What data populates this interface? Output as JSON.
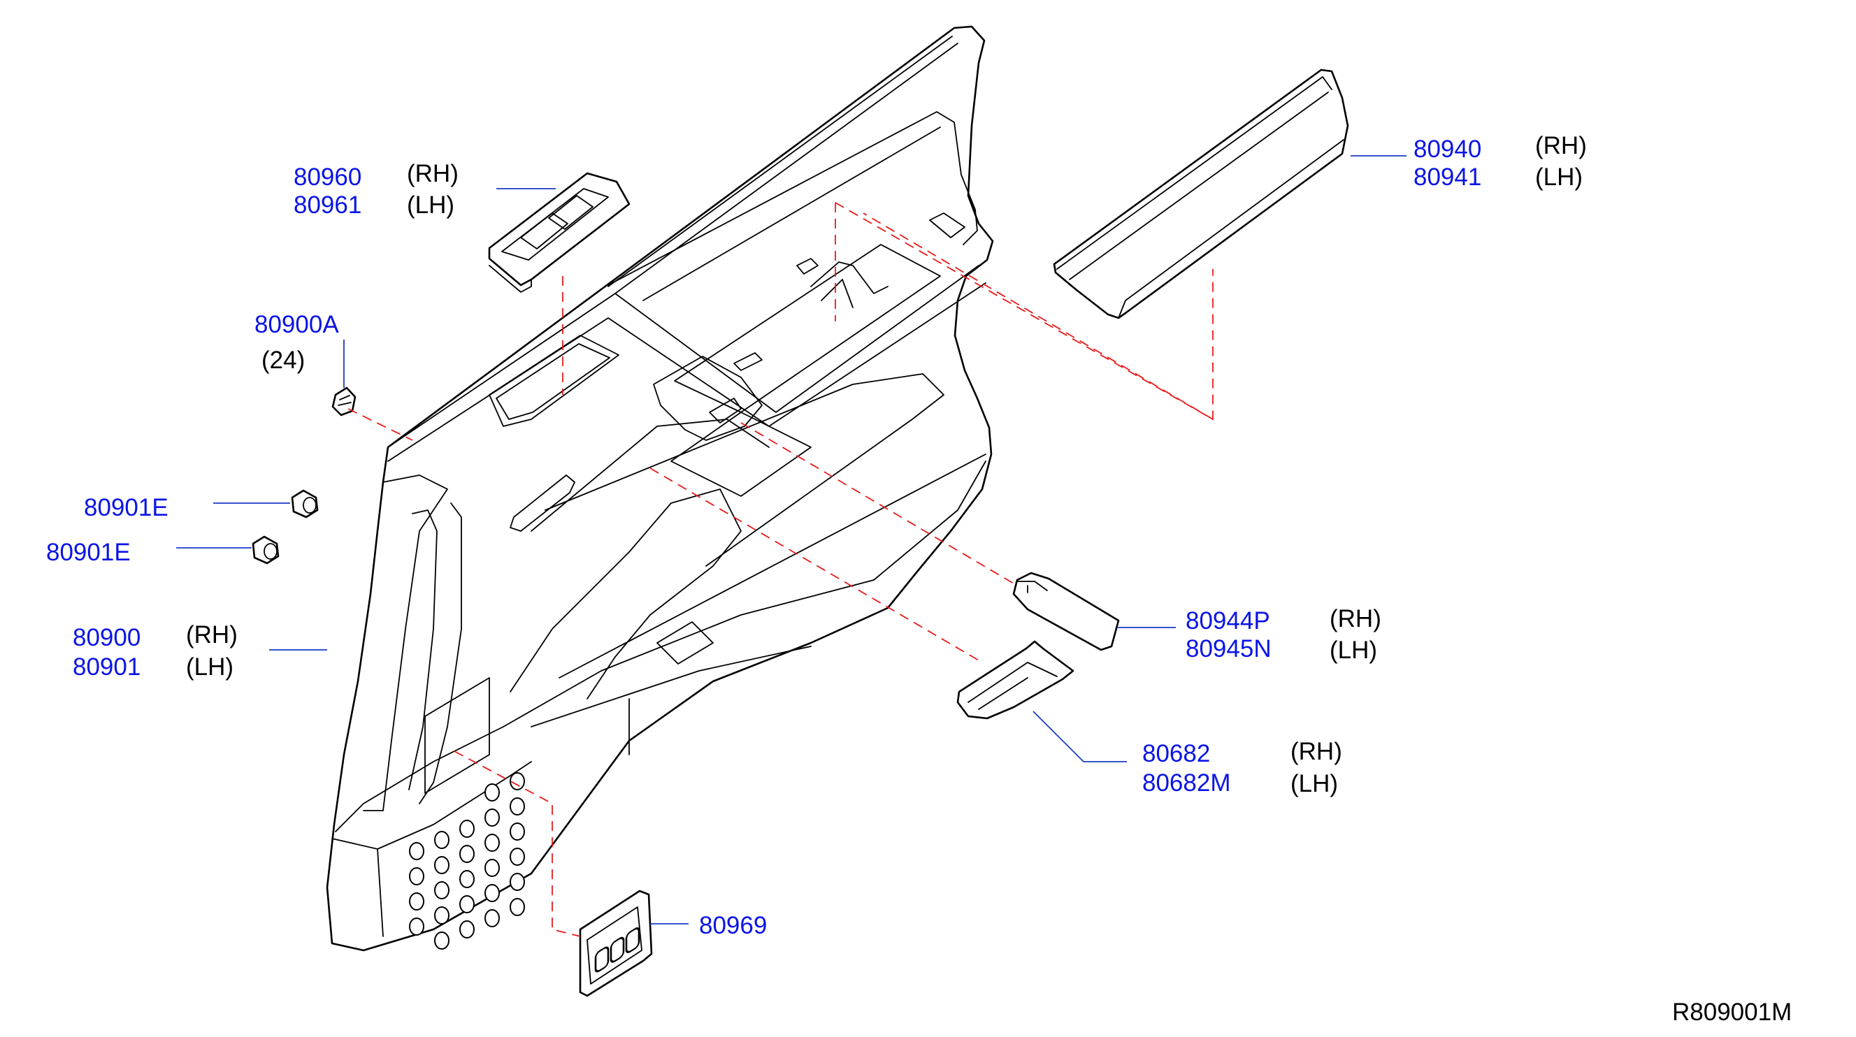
{
  "parts": [
    {
      "numbers": [
        "80960",
        "80961"
      ],
      "sides": [
        "(RH)",
        "(LH)"
      ],
      "depicts": "window switch finisher"
    },
    {
      "numbers": [
        "80900A"
      ],
      "quantity": "(24)",
      "depicts": "trim clip"
    },
    {
      "numbers": [
        "80901E"
      ],
      "depicts": "clip"
    },
    {
      "numbers": [
        "80901E"
      ],
      "depicts": "clip"
    },
    {
      "numbers": [
        "80900",
        "80901"
      ],
      "sides": [
        "(RH)",
        "(LH)"
      ],
      "depicts": "door trim panel"
    },
    {
      "numbers": [
        "80940",
        "80941"
      ],
      "sides": [
        "(RH)",
        "(LH)"
      ],
      "depicts": "armrest pad"
    },
    {
      "numbers": [
        "80944P",
        "80945N"
      ],
      "sides": [
        "(RH)",
        "(LH)"
      ],
      "depicts": "pull handle cover"
    },
    {
      "numbers": [
        "80682",
        "80682M"
      ],
      "sides": [
        "(RH)",
        "(LH)"
      ],
      "depicts": "grip handle"
    },
    {
      "numbers": [
        "80969"
      ],
      "depicts": "switch plate"
    }
  ],
  "diagram_ref": "R809001M",
  "colors": {
    "part_number": "#0a14e6",
    "side_text": "#000000",
    "dashed_line": "#e81b1b",
    "leader_line": "#1a3cc8",
    "outline": "#000000"
  }
}
